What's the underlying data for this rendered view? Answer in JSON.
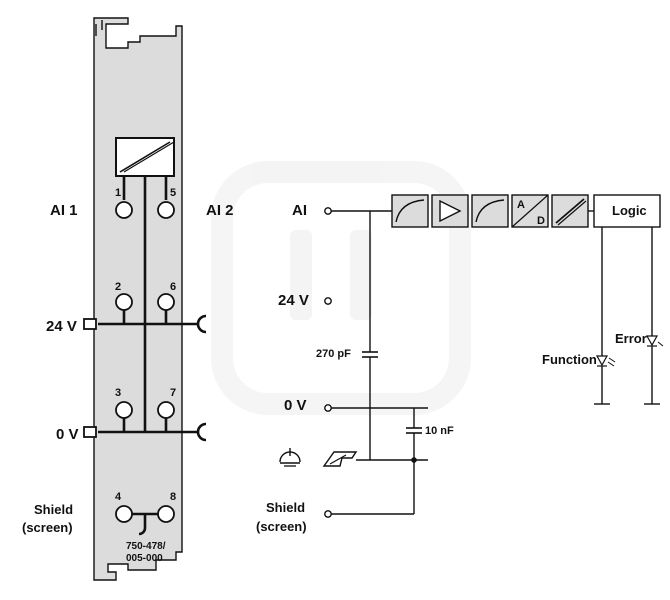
{
  "module": {
    "left_labels": {
      "ai1": "AI 1",
      "ai2": "AI 2",
      "v24": "24 V",
      "v0": "0 V",
      "shield": "Shield",
      "screen": "(screen)"
    },
    "pins": [
      "1",
      "5",
      "2",
      "6",
      "3",
      "7",
      "4",
      "8"
    ],
    "part_number_line1": "750-478/",
    "part_number_line2": "005-000"
  },
  "schematic": {
    "inputs": {
      "ai": "AI",
      "v24": "24 V",
      "v0": "0 V",
      "shield": "Shield",
      "screen": "(screen)"
    },
    "capacitors": {
      "c1": "270 pF",
      "c2": "10 nF"
    },
    "blocks": {
      "adc_a": "A",
      "adc_d": "D",
      "logic": "Logic"
    },
    "leds": {
      "function": "Function",
      "error": "Error"
    }
  },
  "colors": {
    "module_body": "#dcdcdc",
    "line": "#111111",
    "watermark": "#ececec"
  }
}
